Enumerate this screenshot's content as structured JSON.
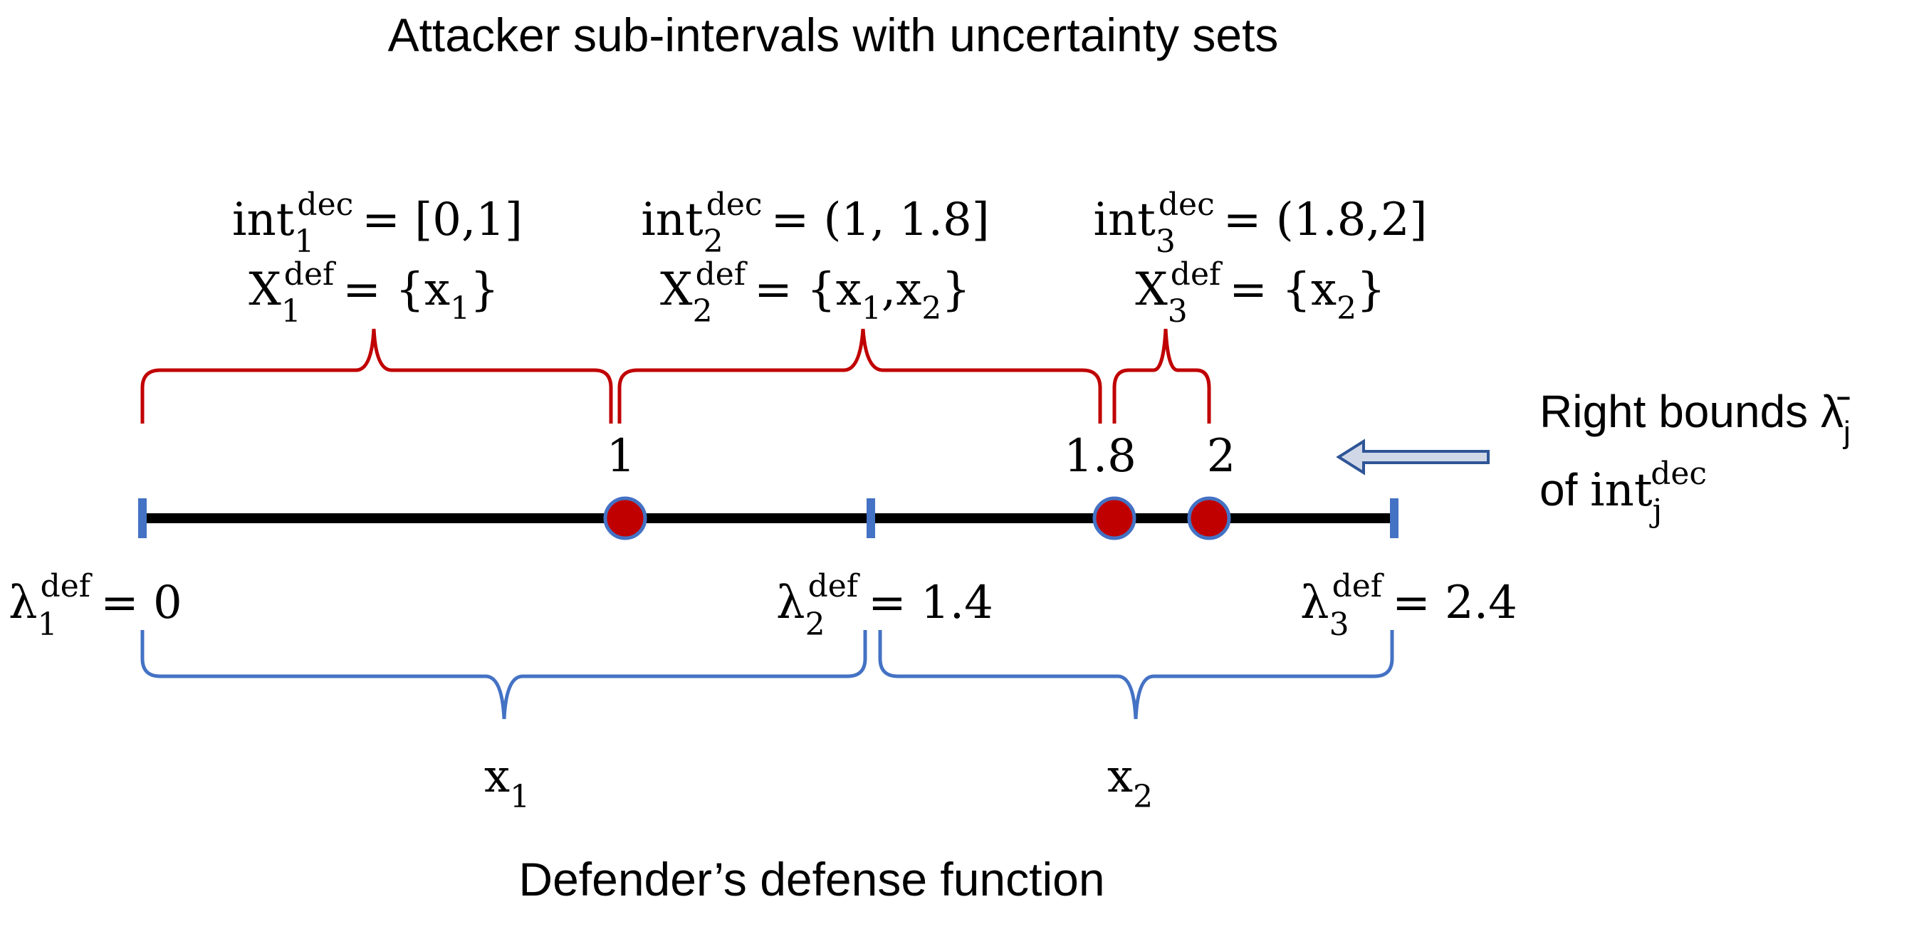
{
  "title": "Attacker sub-intervals with uncertainty sets",
  "footer": "Defender’s defense function",
  "attacker_intervals": [
    {
      "int_label": "int",
      "int_sub": "1",
      "int_sup": "dec",
      "int_value": "= [0,1]",
      "set_label": "X",
      "set_sub": "1",
      "set_sup": "def",
      "set_value": "= {x",
      "set_value_sub": "1",
      "set_value_end": "}"
    },
    {
      "int_label": "int",
      "int_sub": "2",
      "int_sup": "dec",
      "int_value": "= (1, 1.8]",
      "set_label": "X",
      "set_sub": "2",
      "set_sup": "def",
      "set_value": "= {x",
      "set_value_sub": "1",
      "set_value_mid": ",x",
      "set_value_sub2": "2",
      "set_value_end": "}"
    },
    {
      "int_label": "int",
      "int_sub": "3",
      "int_sup": "dec",
      "int_value": "= (1.8,2]",
      "set_label": "X",
      "set_sub": "3",
      "set_sup": "def",
      "set_value": "= {x",
      "set_value_sub": "2",
      "set_value_end": "}"
    }
  ],
  "right_bounds": [
    "1",
    "1.8",
    "2"
  ],
  "right_bounds_note": {
    "line1": "Right bounds λ̄",
    "line1_sub": "j",
    "line2_prefix": "of ",
    "line2_int": "int",
    "line2_sub": "j",
    "line2_sup": "dec"
  },
  "defender_thresholds": [
    {
      "symbol": "λ",
      "sub": "1",
      "sup": "def",
      "value": "= 0"
    },
    {
      "symbol": "λ",
      "sub": "2",
      "sup": "def",
      "value": "= 1.4"
    },
    {
      "symbol": "λ",
      "sub": "3",
      "sup": "def",
      "value": "= 2.4"
    }
  ],
  "defender_actions": [
    {
      "label": "x",
      "sub": "1"
    },
    {
      "label": "x",
      "sub": "2"
    }
  ],
  "colors": {
    "attacker": "#c00000",
    "defender": "#4472c4",
    "axis": "#000000"
  }
}
